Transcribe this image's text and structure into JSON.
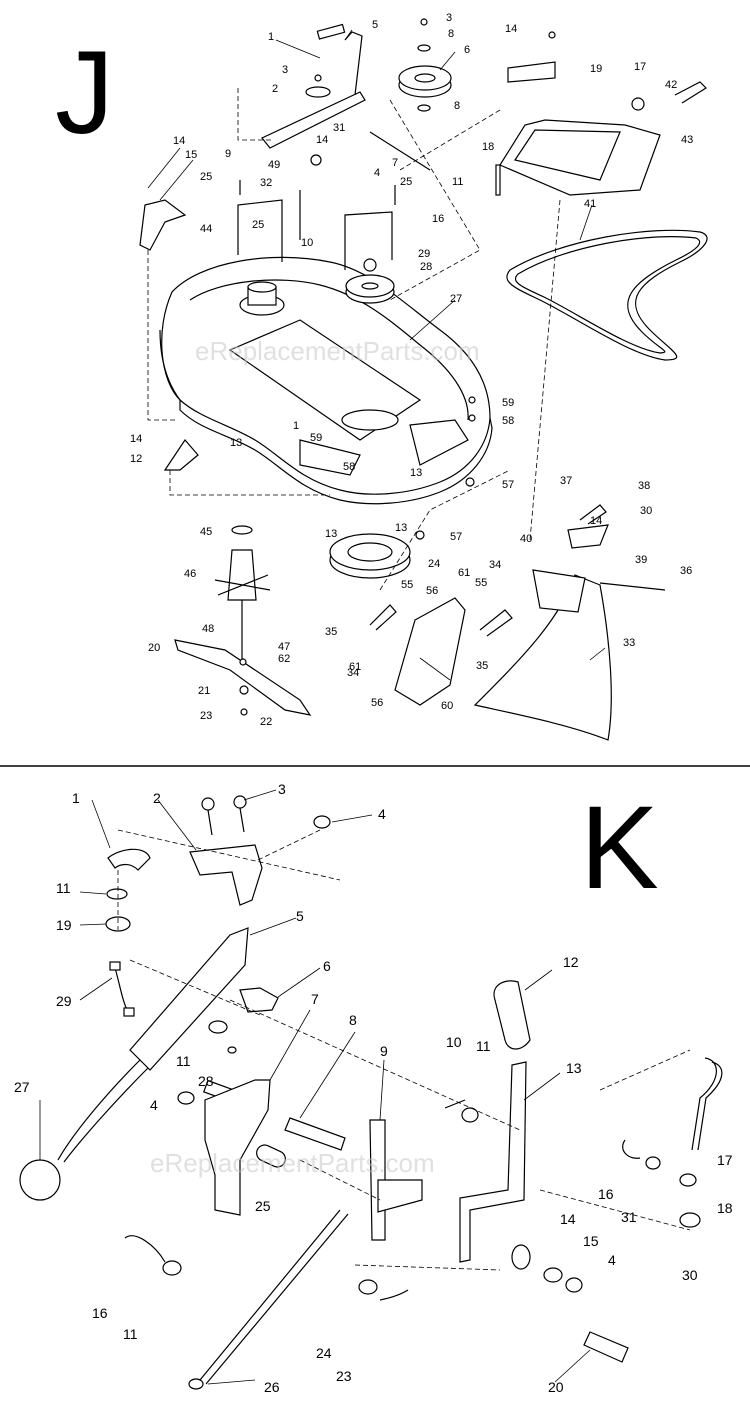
{
  "sections": [
    {
      "letter": "J",
      "watermark": "eReplacementParts.com",
      "callouts": [
        {
          "id": "j-1a",
          "text": "1"
        },
        {
          "id": "j-2",
          "text": "2"
        },
        {
          "id": "j-3a",
          "text": "3"
        },
        {
          "id": "j-3b",
          "text": "3"
        },
        {
          "id": "j-4",
          "text": "4"
        },
        {
          "id": "j-5",
          "text": "5"
        },
        {
          "id": "j-6",
          "text": "6"
        },
        {
          "id": "j-7",
          "text": "7"
        },
        {
          "id": "j-8a",
          "text": "8"
        },
        {
          "id": "j-8b",
          "text": "8"
        },
        {
          "id": "j-9",
          "text": "9"
        },
        {
          "id": "j-10",
          "text": "10"
        },
        {
          "id": "j-11",
          "text": "11"
        },
        {
          "id": "j-12",
          "text": "12"
        },
        {
          "id": "j-13a",
          "text": "13"
        },
        {
          "id": "j-13b",
          "text": "13"
        },
        {
          "id": "j-13c",
          "text": "13"
        },
        {
          "id": "j-13d",
          "text": "13"
        },
        {
          "id": "j-14a",
          "text": "14"
        },
        {
          "id": "j-14b",
          "text": "14"
        },
        {
          "id": "j-14c",
          "text": "14"
        },
        {
          "id": "j-14d",
          "text": "14"
        },
        {
          "id": "j-14e",
          "text": "14"
        },
        {
          "id": "j-15",
          "text": "15"
        },
        {
          "id": "j-16",
          "text": "16"
        },
        {
          "id": "j-17",
          "text": "17"
        },
        {
          "id": "j-18",
          "text": "18"
        },
        {
          "id": "j-19",
          "text": "19"
        },
        {
          "id": "j-20",
          "text": "20"
        },
        {
          "id": "j-21",
          "text": "21"
        },
        {
          "id": "j-22",
          "text": "22"
        },
        {
          "id": "j-23",
          "text": "23"
        },
        {
          "id": "j-24",
          "text": "24"
        },
        {
          "id": "j-25a",
          "text": "25"
        },
        {
          "id": "j-25b",
          "text": "25"
        },
        {
          "id": "j-25c",
          "text": "25"
        },
        {
          "id": "j-27",
          "text": "27"
        },
        {
          "id": "j-28",
          "text": "28"
        },
        {
          "id": "j-29",
          "text": "29"
        },
        {
          "id": "j-30",
          "text": "30"
        },
        {
          "id": "j-31",
          "text": "31"
        },
        {
          "id": "j-32",
          "text": "32"
        },
        {
          "id": "j-33",
          "text": "33"
        },
        {
          "id": "j-34a",
          "text": "34"
        },
        {
          "id": "j-34b",
          "text": "34"
        },
        {
          "id": "j-35a",
          "text": "35"
        },
        {
          "id": "j-35b",
          "text": "35"
        },
        {
          "id": "j-36",
          "text": "36"
        },
        {
          "id": "j-37",
          "text": "37"
        },
        {
          "id": "j-38",
          "text": "38"
        },
        {
          "id": "j-39",
          "text": "39"
        },
        {
          "id": "j-40",
          "text": "40"
        },
        {
          "id": "j-41",
          "text": "41"
        },
        {
          "id": "j-42",
          "text": "42"
        },
        {
          "id": "j-43",
          "text": "43"
        },
        {
          "id": "j-44",
          "text": "44"
        },
        {
          "id": "j-45",
          "text": "45"
        },
        {
          "id": "j-46",
          "text": "46"
        },
        {
          "id": "j-47",
          "text": "47"
        },
        {
          "id": "j-48",
          "text": "48"
        },
        {
          "id": "j-49",
          "text": "49"
        },
        {
          "id": "j-55a",
          "text": "55"
        },
        {
          "id": "j-55b",
          "text": "55"
        },
        {
          "id": "j-56a",
          "text": "56"
        },
        {
          "id": "j-56b",
          "text": "56"
        },
        {
          "id": "j-57a",
          "text": "57"
        },
        {
          "id": "j-57b",
          "text": "57"
        },
        {
          "id": "j-58a",
          "text": "58"
        },
        {
          "id": "j-58b",
          "text": "58"
        },
        {
          "id": "j-59a",
          "text": "59"
        },
        {
          "id": "j-59b",
          "text": "59"
        },
        {
          "id": "j-60",
          "text": "60"
        },
        {
          "id": "j-61a",
          "text": "61"
        },
        {
          "id": "j-61b",
          "text": "61"
        },
        {
          "id": "j-62",
          "text": "62"
        },
        {
          "id": "j-1b",
          "text": "1"
        }
      ]
    },
    {
      "letter": "K",
      "watermark": "eReplacementParts.com",
      "callouts": [
        {
          "id": "k-1",
          "text": "1"
        },
        {
          "id": "k-2",
          "text": "2"
        },
        {
          "id": "k-3",
          "text": "3"
        },
        {
          "id": "k-4a",
          "text": "4"
        },
        {
          "id": "k-4b",
          "text": "4"
        },
        {
          "id": "k-4c",
          "text": "4"
        },
        {
          "id": "k-5",
          "text": "5"
        },
        {
          "id": "k-6",
          "text": "6"
        },
        {
          "id": "k-7",
          "text": "7"
        },
        {
          "id": "k-8",
          "text": "8"
        },
        {
          "id": "k-9",
          "text": "9"
        },
        {
          "id": "k-10",
          "text": "10"
        },
        {
          "id": "k-11a",
          "text": "11"
        },
        {
          "id": "k-11b",
          "text": "11"
        },
        {
          "id": "k-11c",
          "text": "11"
        },
        {
          "id": "k-11d",
          "text": "11"
        },
        {
          "id": "k-12",
          "text": "12"
        },
        {
          "id": "k-13",
          "text": "13"
        },
        {
          "id": "k-14",
          "text": "14"
        },
        {
          "id": "k-15",
          "text": "15"
        },
        {
          "id": "k-16a",
          "text": "16"
        },
        {
          "id": "k-16b",
          "text": "16"
        },
        {
          "id": "k-17",
          "text": "17"
        },
        {
          "id": "k-18",
          "text": "18"
        },
        {
          "id": "k-19",
          "text": "19"
        },
        {
          "id": "k-20",
          "text": "20"
        },
        {
          "id": "k-23",
          "text": "23"
        },
        {
          "id": "k-24",
          "text": "24"
        },
        {
          "id": "k-25",
          "text": "25"
        },
        {
          "id": "k-26",
          "text": "26"
        },
        {
          "id": "k-27",
          "text": "27"
        },
        {
          "id": "k-28",
          "text": "28"
        },
        {
          "id": "k-29",
          "text": "29"
        },
        {
          "id": "k-30",
          "text": "30"
        },
        {
          "id": "k-31",
          "text": "31"
        }
      ]
    }
  ]
}
